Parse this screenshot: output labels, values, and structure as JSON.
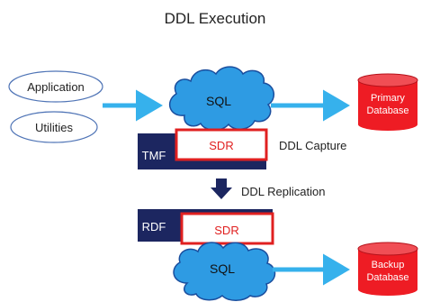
{
  "title": "DDL Execution",
  "sources": [
    "Application",
    "Utilities"
  ],
  "sql_label": "SQL",
  "tmf_label": "TMF",
  "rdf_label": "RDF",
  "sdr_label": "SDR",
  "ddl_capture": "DDL Capture",
  "ddl_replication": "DDL Replication",
  "primary_db": [
    "Primary",
    "Database"
  ],
  "backup_db": [
    "Backup",
    "Database"
  ],
  "colors": {
    "cloud": "#2e9be3",
    "cloud_outline": "#1a4e9e",
    "navy": "#1c2660",
    "sdr_border": "#e02020",
    "db_red": "#ee1c24",
    "arrow_blue": "#36b1ec",
    "ellipse_stroke": "#4f74b6"
  },
  "icons": [
    "cloud-icon",
    "database-icon",
    "arrow-down-icon"
  ]
}
